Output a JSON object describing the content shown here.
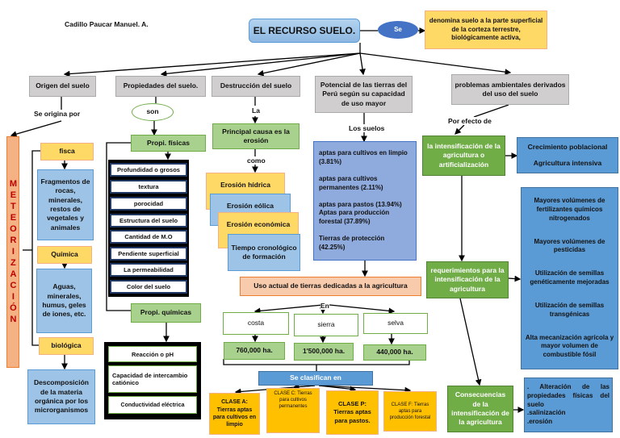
{
  "author": "Cadillo Paucar Manuel. A.",
  "title": "EL RECURSO SUELO.",
  "se": "Se",
  "definition": "denomina suelo a la parte superficial de la corteza terrestre, biológicamente activa,",
  "branches": {
    "origen": "Origen del suelo",
    "propiedades": "Propiedades del suelo.",
    "destruccion": "Destrucción del suelo",
    "potencial": "Potencial de las tierras del Perú según su capacidad de uso mayor",
    "problemas": "problemas ambientales derivados del uso del suelo"
  },
  "connectors": {
    "se_origina": "Se origina por",
    "son": "son",
    "la": "La",
    "como": "como",
    "los_suelos": "Los suelos",
    "por_efecto": "Por efecto de",
    "en": "En"
  },
  "origen": {
    "meteorizacion": "METEORIZACIÓN",
    "fisica": "fisca",
    "fisica_desc": "Fragmentos de rocas, minerales, restos de vegetales y animales",
    "quimica": "Química",
    "quimica_desc": "Aguas, minerales, humus, geles de iones, etc.",
    "biologica": "biológica",
    "biologica_desc": "Descomposición de la materia orgánica por los microrganismos"
  },
  "propiedades": {
    "fisicas": "Propi. físicas",
    "fisicas_items": [
      "Profundidad o grosos",
      "textura",
      "porocidad",
      "Estructura del suelo",
      "Cantidad de M.O",
      "Pendiente superficial",
      "La permeabilidad",
      "Color del suelo"
    ],
    "quimicas": "Propi. químicas",
    "quimicas_items": [
      "Reacción o pH",
      "Capacidad de intercambio catiónico",
      "Conductividad eléctrica"
    ]
  },
  "destruccion": {
    "causa": "Principal causa es la erosión",
    "tipos": [
      "Erosión hídrica",
      "Erosión eólica",
      "Erosión económica",
      "Tiempo cronológico de formación"
    ]
  },
  "potencial": {
    "suelos": [
      "aptas para cultivos en limpio (3.81%)",
      "aptas para cultivos permanentes (2.11%)",
      "aptas para pastos (13.94%) Aptas para producción forestal (37.89%)",
      "Tierras de protección (42.25%)"
    ],
    "uso_actual": "Uso actual de tierras dedicadas a la agricultura",
    "regiones": [
      {
        "name": "costa",
        "value": "760,000 ha."
      },
      {
        "name": "sierra",
        "value": "1'500,000 ha."
      },
      {
        "name": "selva",
        "value": "440,000 ha."
      }
    ],
    "clasifican": "Se clasifican en",
    "clases": [
      "CLASE A: Tierras aptas para cultivos en limpio",
      "CLASE C: Tierras para cultivos permanentes",
      "CLASE P: Tierras aptas para pastos.",
      "CLASE F: Tierras aptas para producción forestal"
    ]
  },
  "problemas": {
    "intensificacion": "la intensificación de la agricultura o artificialización",
    "causas": [
      "Crecimiento poblacional",
      "Agricultura intensiva"
    ],
    "requerimientos": "requerimientos para la intensificación de la agricultura",
    "req_items": [
      "Mayores volúmenes de fertilizantes químicos nitrogenados",
      "Mayores volúmenes de pesticidas",
      "Utilización de semillas genéticamente mejoradas",
      "Utilización de semillas transgénicas",
      "Alta mecanización agrícola y mayor volumen de combustible fósil"
    ],
    "consecuencias": "Consecuencias de la intensificación de la agricultura",
    "cons_items": [
      ". Alteración de las propiedades físicas del suelo",
      ".salinización",
      ".erosión"
    ]
  }
}
